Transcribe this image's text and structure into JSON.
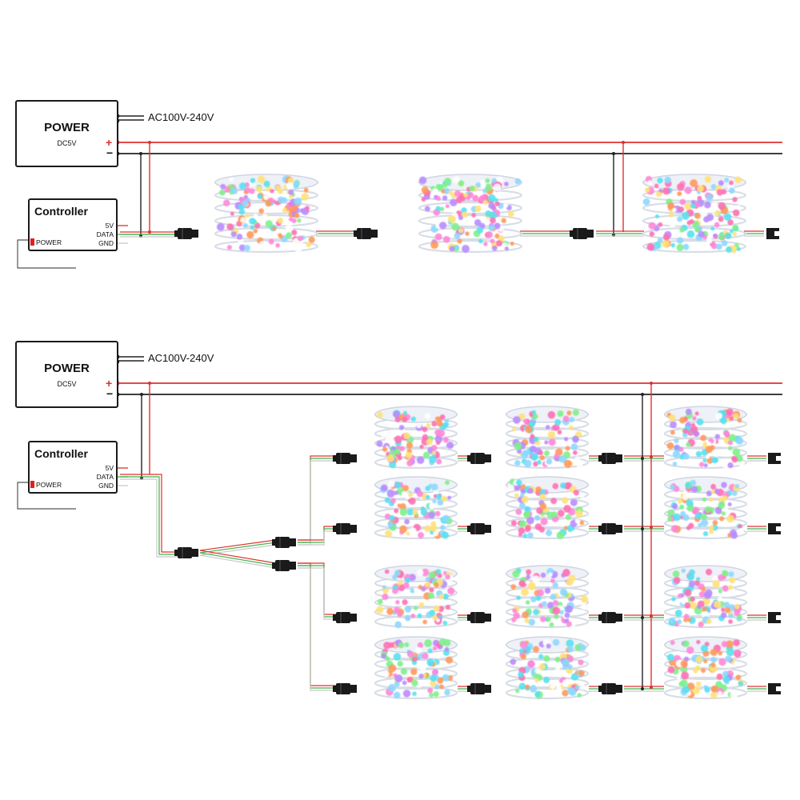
{
  "colors": {
    "positive": "#e03030",
    "negative": "#222222",
    "data": "#3fb54a",
    "ground": "#c8c8c8",
    "connector": "#1a1a1a"
  },
  "diagrams": [
    {
      "power": {
        "title": "POWER",
        "subtitle": "DC5V",
        "plus": "+",
        "minus": "−",
        "ac_label": "AC100V-240V"
      },
      "controller": {
        "title": "Controller",
        "pin_5v": "5V",
        "pin_data": "DATA",
        "pin_gnd": "GND",
        "power_label": "POWER"
      }
    },
    {
      "power": {
        "title": "POWER",
        "subtitle": "DC5V",
        "plus": "+",
        "minus": "−",
        "ac_label": "AC100V-240V"
      },
      "controller": {
        "title": "Controller",
        "pin_5v": "5V",
        "pin_data": "DATA",
        "pin_gnd": "GND",
        "power_label": "POWER"
      }
    }
  ]
}
